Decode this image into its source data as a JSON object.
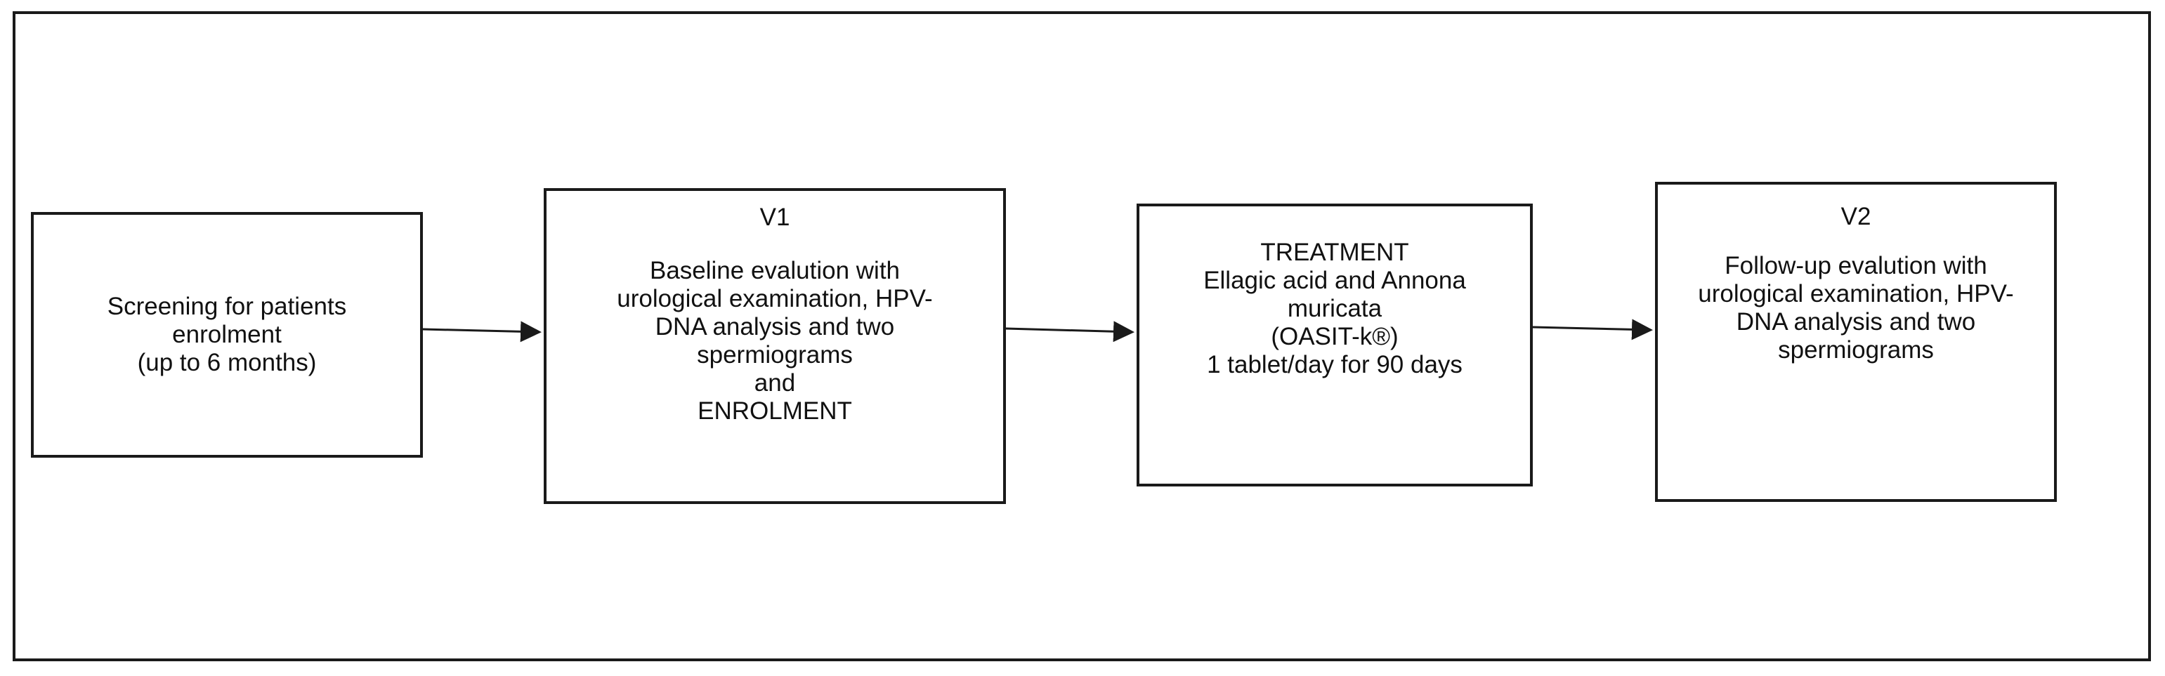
{
  "diagram": {
    "boxes": {
      "screening": {
        "lines": [
          "Screening for patients",
          "enrolment",
          "(up to 6  months)"
        ]
      },
      "baseline": {
        "heading": "V1",
        "lines": [
          "Baseline evalution with",
          "urological examination, HPV-",
          "DNA analysis and two",
          "spermiograms",
          "and",
          "ENROLMENT"
        ]
      },
      "treatment": {
        "heading": "TREATMENT",
        "lines": [
          "Ellagic acid and Annona",
          "muricata",
          "(OASIT-k®)",
          "1 tablet/day for 90 days"
        ]
      },
      "followup": {
        "heading": "V2",
        "lines": [
          "Follow-up evalution with",
          "urological examination, HPV-",
          "DNA analysis and two",
          "spermiograms"
        ]
      }
    },
    "connectors": [
      {
        "from": "screening",
        "to": "baseline"
      },
      {
        "from": "baseline",
        "to": "treatment"
      },
      {
        "from": "treatment",
        "to": "followup"
      }
    ]
  }
}
